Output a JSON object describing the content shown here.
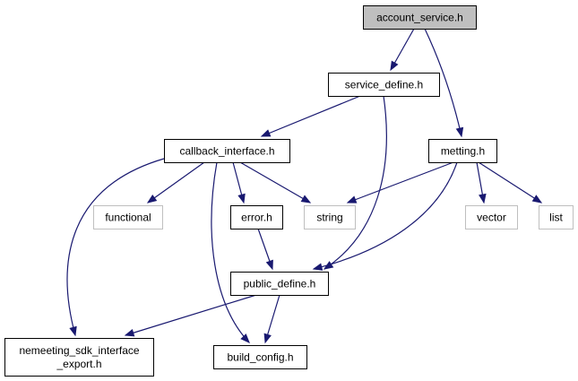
{
  "graph": {
    "colors": {
      "edge": "#191970",
      "root_fill": "#bfbfbf",
      "node_border": "#000000",
      "external_border": "#bfbfbf",
      "background": "#ffffff"
    },
    "nodes": [
      {
        "id": "account_service",
        "lines": [
          "account_service.h"
        ],
        "kind": "root"
      },
      {
        "id": "service_define",
        "lines": [
          "service_define.h"
        ],
        "kind": "normal"
      },
      {
        "id": "callback_interface",
        "lines": [
          "callback_interface.h"
        ],
        "kind": "normal"
      },
      {
        "id": "metting",
        "lines": [
          "metting.h"
        ],
        "kind": "normal"
      },
      {
        "id": "functional",
        "lines": [
          "functional"
        ],
        "kind": "external"
      },
      {
        "id": "error",
        "lines": [
          "error.h"
        ],
        "kind": "normal"
      },
      {
        "id": "string",
        "lines": [
          "string"
        ],
        "kind": "external"
      },
      {
        "id": "vector",
        "lines": [
          "vector"
        ],
        "kind": "external"
      },
      {
        "id": "list",
        "lines": [
          "list"
        ],
        "kind": "external"
      },
      {
        "id": "public_define",
        "lines": [
          "public_define.h"
        ],
        "kind": "normal"
      },
      {
        "id": "nemeeting_export",
        "lines": [
          "nemeeting_sdk_interface",
          "_export.h"
        ],
        "kind": "normal"
      },
      {
        "id": "build_config",
        "lines": [
          "build_config.h"
        ],
        "kind": "normal"
      }
    ],
    "edges": [
      {
        "from": "account_service",
        "to": "service_define"
      },
      {
        "from": "account_service",
        "to": "metting"
      },
      {
        "from": "service_define",
        "to": "callback_interface"
      },
      {
        "from": "service_define",
        "to": "public_define"
      },
      {
        "from": "callback_interface",
        "to": "functional"
      },
      {
        "from": "callback_interface",
        "to": "error"
      },
      {
        "from": "callback_interface",
        "to": "string"
      },
      {
        "from": "callback_interface",
        "to": "nemeeting_export"
      },
      {
        "from": "callback_interface",
        "to": "build_config"
      },
      {
        "from": "metting",
        "to": "string"
      },
      {
        "from": "metting",
        "to": "vector"
      },
      {
        "from": "metting",
        "to": "list"
      },
      {
        "from": "metting",
        "to": "public_define"
      },
      {
        "from": "error",
        "to": "public_define"
      },
      {
        "from": "public_define",
        "to": "nemeeting_export"
      },
      {
        "from": "public_define",
        "to": "build_config"
      }
    ]
  }
}
